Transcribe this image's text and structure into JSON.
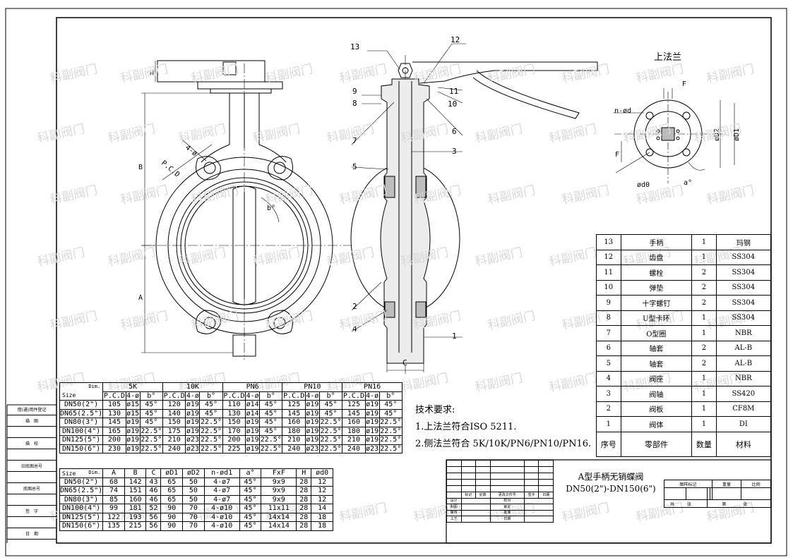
{
  "watermark": "科副阀门",
  "top_flange": {
    "label": "上法兰",
    "dims": {
      "F": "F",
      "n_d": "n-ød",
      "D2": "øD2",
      "D1": "øD1",
      "d0": "ød0",
      "a": "a°"
    }
  },
  "front_view": {
    "dims": {
      "H": "H",
      "B": "B",
      "A": "A",
      "bolt": "4-ø",
      "pcd": "P.C.D",
      "b": "b°"
    }
  },
  "side_view": {
    "dim_c": "C",
    "callouts": [
      "13",
      "12",
      "9",
      "8",
      "7",
      "5",
      "2",
      "4",
      "11",
      "10",
      "6",
      "3",
      "1"
    ]
  },
  "side_labels": [
    "借(通)用件登记",
    "描　图",
    "",
    "描　校",
    "",
    "旧底图总号",
    "",
    "底图总号",
    "",
    "签　字",
    "",
    "日　期"
  ],
  "flange_table": {
    "dim_label": "Dim.",
    "size_label": "Size",
    "standards": [
      "5K",
      "10K",
      "PN6",
      "PN10",
      "PN16"
    ],
    "subheaders": [
      "P.C.D",
      "4-ø",
      "b°"
    ],
    "rows": [
      {
        "size": "DN50(2\")",
        "vals": [
          "105",
          "ø15",
          "45°",
          "120",
          "ø19",
          "45°",
          "110",
          "ø14",
          "45°",
          "125",
          "ø19",
          "45°",
          "125",
          "ø19",
          "45°"
        ]
      },
      {
        "size": "DN65(2.5\")",
        "vals": [
          "130",
          "ø15",
          "45°",
          "140",
          "ø19",
          "45°",
          "130",
          "ø14",
          "45°",
          "145",
          "ø19",
          "45°",
          "145",
          "ø19",
          "45°"
        ]
      },
      {
        "size": "DN80(3\")",
        "vals": [
          "145",
          "ø19",
          "45°",
          "150",
          "ø19",
          "22.5°",
          "150",
          "ø19",
          "45°",
          "160",
          "ø19",
          "22.5°",
          "160",
          "ø19",
          "22.5°"
        ]
      },
      {
        "size": "DN100(4\")",
        "vals": [
          "165",
          "ø19",
          "22.5°",
          "175",
          "ø19",
          "22.5°",
          "170",
          "ø19",
          "45°",
          "180",
          "ø19",
          "22.5°",
          "180",
          "ø19",
          "22.5°"
        ]
      },
      {
        "size": "DN125(5\")",
        "vals": [
          "200",
          "ø19",
          "22.5°",
          "210",
          "ø23",
          "22.5°",
          "200",
          "ø19",
          "22.5°",
          "210",
          "ø19",
          "22.5°",
          "210",
          "ø19",
          "22.5°"
        ]
      },
      {
        "size": "DN150(6\")",
        "vals": [
          "230",
          "ø19",
          "22.5°",
          "240",
          "ø23",
          "22.5°",
          "225",
          "ø19",
          "22.5°",
          "240",
          "ø23",
          "22.5°",
          "240",
          "ø23",
          "22.5°"
        ]
      }
    ]
  },
  "dim_table": {
    "dim_label": "Dim.",
    "size_label": "Size",
    "headers": [
      "A",
      "B",
      "C",
      "øD1",
      "øD2",
      "n-ød1",
      "a°",
      "FxF",
      "H",
      "ød0"
    ],
    "rows": [
      {
        "size": "DN50(2\")",
        "vals": [
          "68",
          "142",
          "43",
          "65",
          "50",
          "4-ø7",
          "45°",
          "9x9",
          "28",
          "12"
        ]
      },
      {
        "size": "DN65(2.5\")",
        "vals": [
          "74",
          "151",
          "46",
          "65",
          "50",
          "4-ø7",
          "45°",
          "9x9",
          "28",
          "12"
        ]
      },
      {
        "size": "DN80(3\")",
        "vals": [
          "85",
          "160",
          "46",
          "65",
          "50",
          "4-ø7",
          "45°",
          "9x9",
          "28",
          "12"
        ]
      },
      {
        "size": "DN100(4\")",
        "vals": [
          "99",
          "181",
          "52",
          "90",
          "70",
          "4-ø10",
          "45°",
          "11x11",
          "28",
          "14"
        ]
      },
      {
        "size": "DN125(5\")",
        "vals": [
          "122",
          "193",
          "56",
          "90",
          "70",
          "4-ø10",
          "45°",
          "14x14",
          "28",
          "18"
        ]
      },
      {
        "size": "DN150(6\")",
        "vals": [
          "135",
          "215",
          "56",
          "90",
          "70",
          "4-ø10",
          "45°",
          "14x14",
          "28",
          "18"
        ]
      }
    ]
  },
  "parts_table": {
    "rows": [
      {
        "no": "13",
        "name": "手柄",
        "qty": "1",
        "mat": "玛钢"
      },
      {
        "no": "12",
        "name": "齿盘",
        "qty": "1",
        "mat": "SS304"
      },
      {
        "no": "11",
        "name": "螺栓",
        "qty": "2",
        "mat": "SS304"
      },
      {
        "no": "10",
        "name": "弹垫",
        "qty": "2",
        "mat": "SS304"
      },
      {
        "no": "9",
        "name": "十字螺钉",
        "qty": "2",
        "mat": "SS304"
      },
      {
        "no": "8",
        "name": "U型卡环",
        "qty": "1",
        "mat": "SS304"
      },
      {
        "no": "7",
        "name": "O型圈",
        "qty": "1",
        "mat": "NBR"
      },
      {
        "no": "6",
        "name": "轴套",
        "qty": "2",
        "mat": "AL-B"
      },
      {
        "no": "5",
        "name": "轴套",
        "qty": "2",
        "mat": "AL-B"
      },
      {
        "no": "4",
        "name": "阀座",
        "qty": "1",
        "mat": "NBR"
      },
      {
        "no": "3",
        "name": "阀轴",
        "qty": "1",
        "mat": "SS420"
      },
      {
        "no": "2",
        "name": "阀板",
        "qty": "1",
        "mat": "CF8M"
      },
      {
        "no": "1",
        "name": "阀体",
        "qty": "1",
        "mat": "DI"
      }
    ],
    "header": {
      "no": "序号",
      "name": "零部件",
      "qty": "数量",
      "mat": "材料"
    }
  },
  "tech": {
    "title": "技术要求:",
    "lines": [
      "1.上法兰符合ISO 5211.",
      "2.侧法兰符合 5K/10K/PN6/PN10/PN16."
    ]
  },
  "title_block": {
    "name_line1": "A型手柄无销蝶阀",
    "name_line2": "DN50(2\")-DN150(6\")",
    "change_row": [
      "标记",
      "处数",
      "更改文件号",
      "签字",
      "日期"
    ],
    "left_rows": [
      [
        "设计",
        "",
        "校对",
        ""
      ],
      [
        "制图",
        "",
        "审定",
        ""
      ],
      [
        "审核",
        "",
        "批准",
        ""
      ],
      [
        "工艺",
        "",
        "日期",
        ""
      ]
    ],
    "right_top": [
      "图样标记",
      "重量",
      "比例"
    ],
    "right_bottom": [
      "共",
      "张",
      "第",
      "张"
    ]
  }
}
